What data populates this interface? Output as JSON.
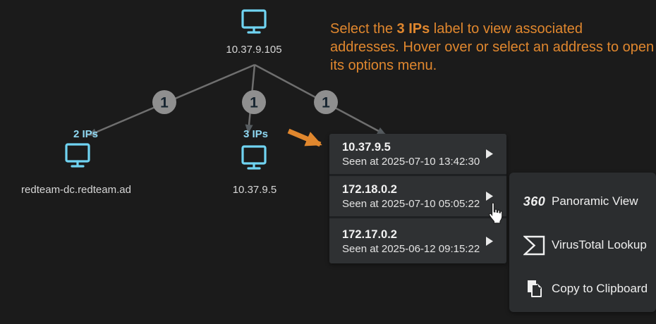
{
  "colors": {
    "bg": "#1b1b1b",
    "panel": "#2f3133",
    "panel-separator": "#1e2022",
    "submenu": "#2b2d2f",
    "edge": "#6f6f6f",
    "arrowhead": "#565c60",
    "badge": "#8f8f8f",
    "badge-text": "#16242f",
    "node-icon": "#70d4f2",
    "ips-label": "#8fd8f2",
    "node-text": "#d6d6d6",
    "instruction": "#e0872e",
    "menu-text": "#efefef"
  },
  "instruction": {
    "before": "Select the ",
    "bold": "3 IPs",
    "after": " label to view associated addresses. Hover over or select an address to open its options menu."
  },
  "graph": {
    "root": {
      "label": "10.37.9.105"
    },
    "edges": [
      {
        "badge": "1"
      },
      {
        "badge": "1"
      },
      {
        "badge": "1"
      }
    ],
    "nodes": [
      {
        "ips_label": "2 IPs",
        "name": "redteam-dc.redteam.ad"
      },
      {
        "ips_label": "3 IPs",
        "name": "10.37.9.5"
      }
    ]
  },
  "address_menu": {
    "items": [
      {
        "ip": "10.37.9.5",
        "seen": "Seen at 2025-07-10 13:42:30"
      },
      {
        "ip": "172.18.0.2",
        "seen": "Seen at 2025-07-10 05:05:22"
      },
      {
        "ip": "172.17.0.2",
        "seen": "Seen at 2025-06-12 09:15:22"
      }
    ]
  },
  "options_menu": {
    "items": [
      {
        "icon": "360-icon",
        "icon_text": "360",
        "label": "Panoramic View"
      },
      {
        "icon": "virustotal-icon",
        "label": "VirusTotal Lookup"
      },
      {
        "icon": "copy-icon",
        "label": "Copy to Clipboard"
      }
    ]
  }
}
